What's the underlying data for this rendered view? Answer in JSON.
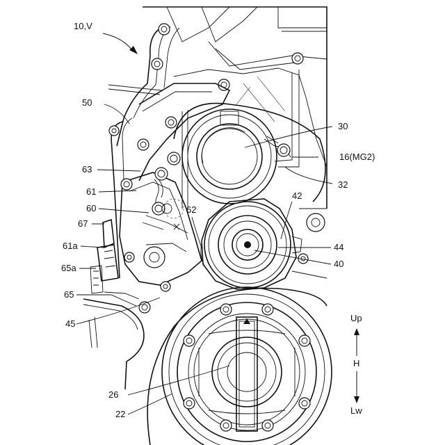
{
  "figure": {
    "assembly_label": "10,V",
    "labels": {
      "l50": "50",
      "l63": "63",
      "l61": "61",
      "l60": "60",
      "l67": "67",
      "l61a": "61a",
      "l65a": "65a",
      "l65": "65",
      "l45": "45",
      "l62": "62",
      "l30": "30",
      "l16": "16(MG2)",
      "l32": "32",
      "l42": "42",
      "l44": "44",
      "l40": "40",
      "l26": "26",
      "l22": "22"
    },
    "direction": {
      "up": "Up",
      "axis": "H",
      "down": "Lw"
    }
  }
}
